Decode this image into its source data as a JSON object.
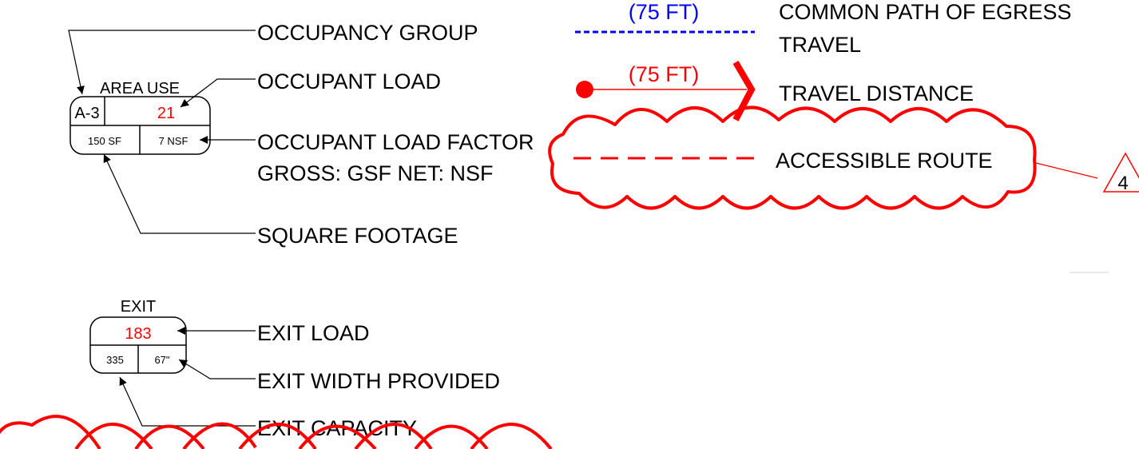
{
  "area_use_tag": {
    "title": "AREA USE",
    "occupancy_group": "A-3",
    "occupant_load": "21",
    "square_footage": "150 SF",
    "load_factor": "7 NSF"
  },
  "area_use_callouts": {
    "occupancy_group": "OCCUPANCY GROUP",
    "occupant_load": "OCCUPANT LOAD",
    "load_factor": "OCCUPANT LOAD FACTOR",
    "load_factor_note": "GROSS: GSF   NET: NSF",
    "square_footage": "SQUARE FOOTAGE"
  },
  "exit_tag": {
    "title": "EXIT",
    "exit_load": "183",
    "capacity": "335",
    "width": "67\""
  },
  "exit_callouts": {
    "exit_load": "EXIT LOAD",
    "width_provided": "EXIT WIDTH PROVIDED",
    "capacity": "EXIT CAPACITY"
  },
  "line_legend": {
    "common_path": {
      "distance": "(75 FT)",
      "label_line1": "COMMON PATH OF EGRESS",
      "label_line2": "TRAVEL",
      "color": "#0000ff"
    },
    "travel_distance": {
      "distance": "(75 FT)",
      "label": "TRAVEL DISTANCE",
      "color": "#ff0000"
    },
    "accessible_route": {
      "label": "ACCESSIBLE ROUTE",
      "color": "#ff0000"
    }
  },
  "revision": {
    "number": "4"
  },
  "colors": {
    "revision_cloud": "#ff0000",
    "linework": "#000000"
  }
}
